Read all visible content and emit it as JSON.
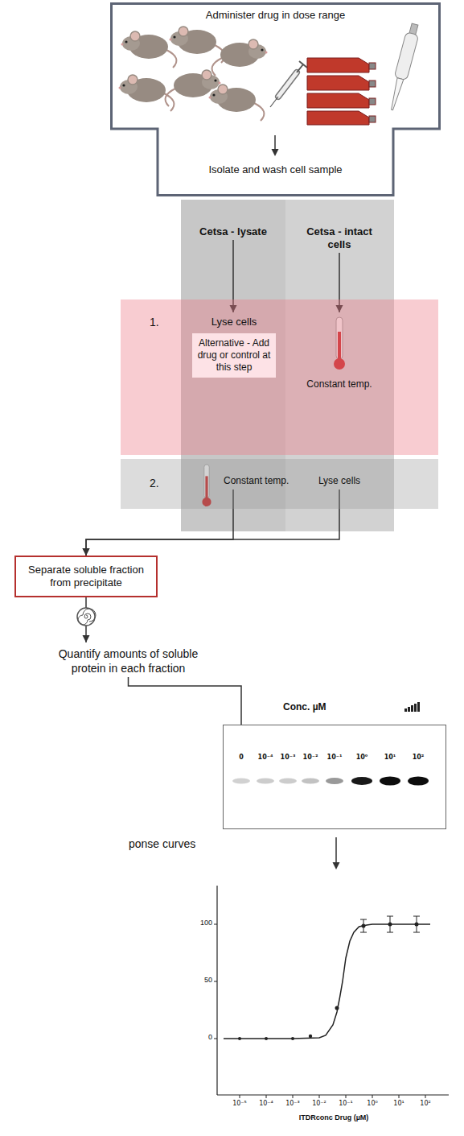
{
  "diagram": {
    "nodes": [
      {
        "text": [
          "Administer drug in dose range",
          "Isolate and wash cell sample"
        ]
      },
      {
        "text": [
          "Cetsa - lysate"
        ]
      },
      {
        "text": [
          "Cetsa - intact cells"
        ]
      },
      {
        "text": [
          "1."
        ]
      },
      {
        "text": [
          "Lyse cells"
        ],
        "in": 3
      },
      {
        "text": [
          "Alternative - Add drug or control at this step"
        ],
        "in": 4
      },
      {
        "text": [
          "Constant temp."
        ],
        "in": 3
      },
      {
        "text": [
          "2."
        ]
      },
      {
        "text": [
          "Constant temp."
        ],
        "in": 7
      },
      {
        "text": [
          "Lyse cells"
        ],
        "in": 7
      },
      {
        "text": [
          "Separate soluble fraction from precipitate"
        ]
      },
      {
        "text": [
          "Quantify amounts of soluble protein in each fraction"
        ]
      },
      {
        "text": [
          "0",
          "10⁻⁴",
          "10⁻³",
          "10⁻²",
          "10⁻¹",
          "10⁰",
          "10¹",
          "10²"
        ]
      }
    ],
    "edges": [
      {
        "from": 1,
        "to": 4,
        "arrow": "to"
      },
      {
        "from": 2,
        "to": 6,
        "arrow": "to"
      },
      {
        "from": 8,
        "to": 10,
        "arrow": "to"
      },
      {
        "from": 9,
        "to": 10,
        "arrow": "to"
      },
      {
        "from": 10,
        "to": 11,
        "arrow": "to"
      },
      {
        "from": 11,
        "to": 12,
        "arrow": "none"
      }
    ],
    "labels": [
      "Conc. µM",
      "ponse curves",
      "100",
      "50",
      "0",
      "10⁻⁵",
      "10⁻⁴",
      "10⁻³",
      "10⁻²",
      "10⁻¹",
      "10⁰",
      "10¹",
      "10²",
      "ITDRconc Drug (µM)"
    ]
  }
}
